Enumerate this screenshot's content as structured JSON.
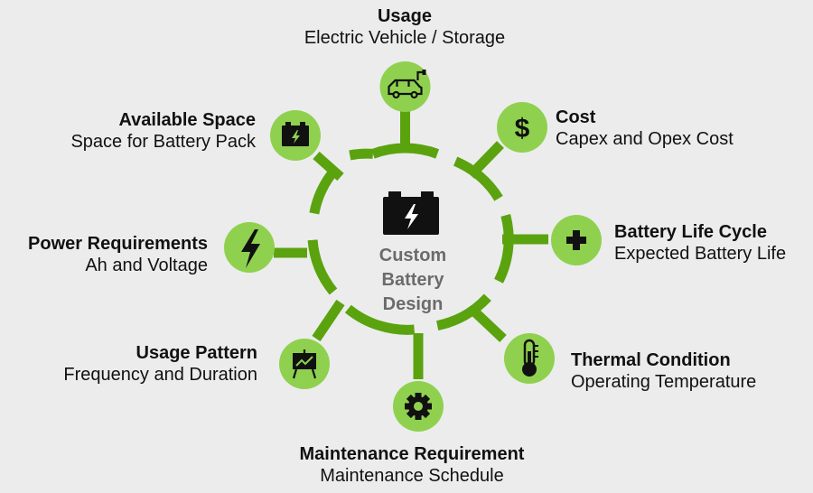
{
  "center": {
    "lines": [
      "Custom",
      "Battery",
      "Design"
    ],
    "icon": "battery-charge-icon"
  },
  "colors": {
    "ring": "#5aa30f",
    "node": "#8fd14f",
    "icon": "#111111",
    "background": "#ececec",
    "center_text": "#6b6b6b"
  },
  "nodes": [
    {
      "id": "usage",
      "title": "Usage",
      "subtitle": "Electric Vehicle / Storage",
      "icon": "electric-car-icon"
    },
    {
      "id": "cost",
      "title": "Cost",
      "subtitle": "Capex and Opex Cost",
      "icon": "dollar-icon"
    },
    {
      "id": "battery-life-cycle",
      "title": "Battery Life Cycle",
      "subtitle": "Expected Battery Life",
      "icon": "plus-icon"
    },
    {
      "id": "thermal-condition",
      "title": "Thermal Condition",
      "subtitle": "Operating Temperature",
      "icon": "thermometer-icon"
    },
    {
      "id": "maintenance-requirement",
      "title": "Maintenance Requirement",
      "subtitle": "Maintenance Schedule",
      "icon": "gear-icon"
    },
    {
      "id": "usage-pattern",
      "title": "Usage Pattern",
      "subtitle": "Frequency and Duration",
      "icon": "presentation-board-icon"
    },
    {
      "id": "power-requirements",
      "title": "Power Requirements",
      "subtitle": "Ah and Voltage",
      "icon": "lightning-bolt-icon"
    },
    {
      "id": "available-space",
      "title": "Available Space",
      "subtitle": "Space for Battery Pack",
      "icon": "battery-icon"
    }
  ]
}
